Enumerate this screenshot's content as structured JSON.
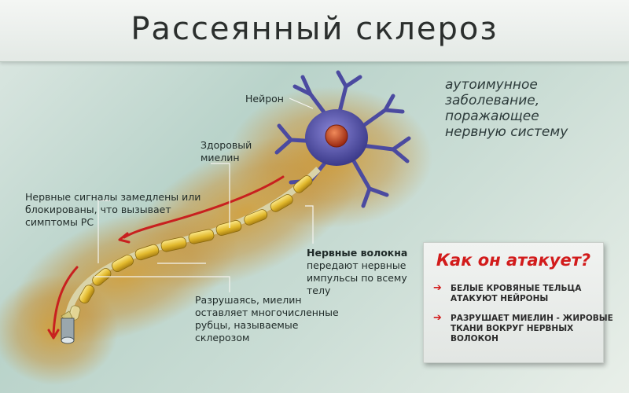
{
  "title": "Рассеянный склероз",
  "subtitle": "аутоимунное заболевание, поражающее нервную систему",
  "labels": {
    "neuron": "Нейрон",
    "healthy_myelin": "Здоровый миелин",
    "signals": "Нервные сигналы замедлены или блокированы, что вызывает симптомы РС",
    "fibers_bold": "Нервные волокна",
    "fibers_rest": "передают нервные импульсы по всему телу",
    "destroyed": "Разрушаясь, миелин оставляет многочисленные рубцы, называемые склерозом"
  },
  "attack": {
    "title": "Как он атакует?",
    "items": [
      "БЕЛЫЕ КРОВЯНЫЕ ТЕЛЬЦА АТАКУЮТ НЕЙРОНЫ",
      "РАЗРУШАЕТ МИЕЛИН - ЖИРОВЫЕ ТКАНИ ВОКРУГ НЕРВНЫХ ВОЛОКОН"
    ],
    "bullet_icon": "arrow-right-icon"
  },
  "colors": {
    "accent_red": "#d21b1b",
    "myelin": "#e6c23a",
    "neuron": "#4a4a9c",
    "nucleus": "#c0401e",
    "glow": "#d99a2b"
  }
}
